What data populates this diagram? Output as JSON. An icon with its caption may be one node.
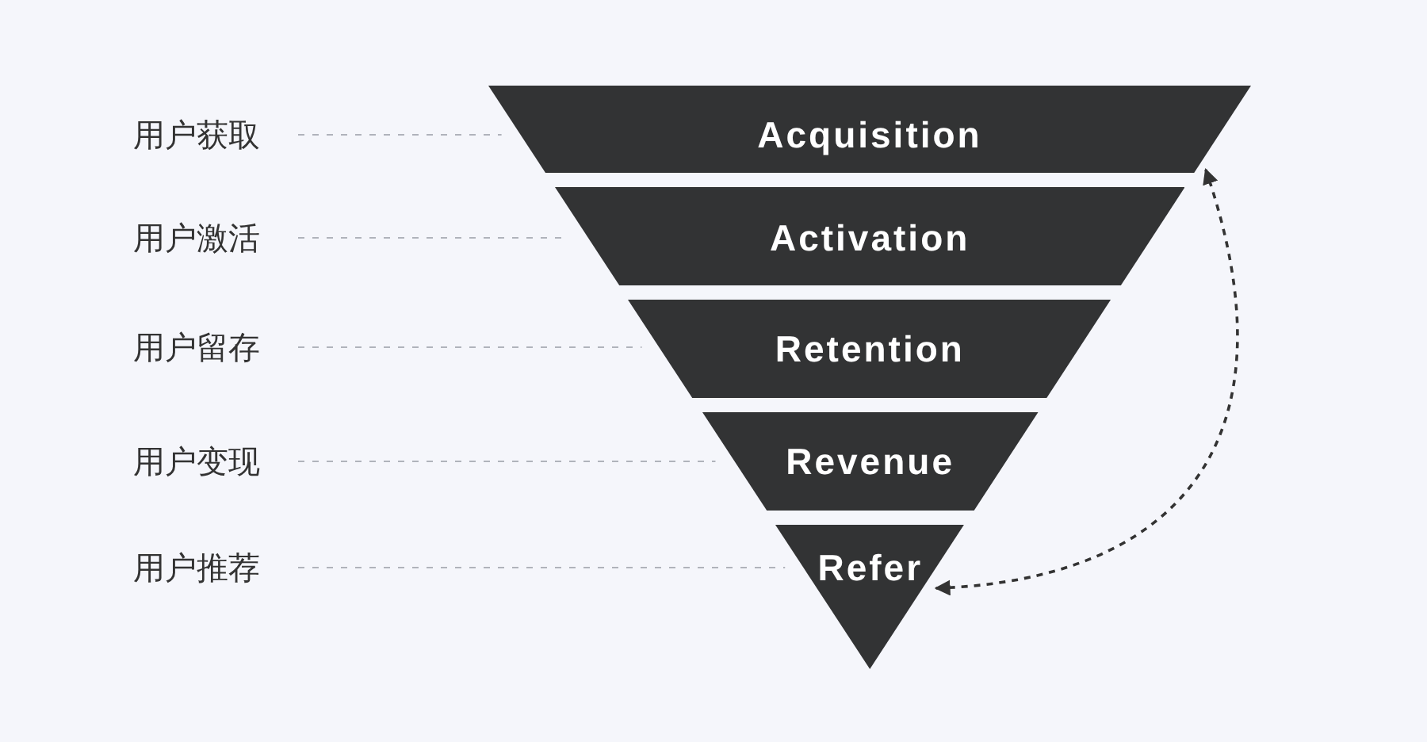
{
  "diagram": {
    "nodes": [
      {
        "text": [
          "用户获取"
        ]
      },
      {
        "text": [
          "用户激活"
        ]
      },
      {
        "text": [
          "用户留存"
        ]
      },
      {
        "text": [
          "用户变现"
        ]
      },
      {
        "text": [
          "用户推荐"
        ]
      },
      {
        "text": [
          "Acquisition"
        ]
      },
      {
        "text": [
          "Activation"
        ]
      },
      {
        "text": [
          "Retention"
        ]
      },
      {
        "text": [
          "Revenue"
        ]
      },
      {
        "text": [
          "Refer"
        ]
      }
    ],
    "edges": [
      {
        "from": 0,
        "to": 5,
        "arrow": "none",
        "style": "dashed",
        "color": "#b0b3bb"
      },
      {
        "from": 1,
        "to": 6,
        "arrow": "none",
        "style": "dashed",
        "color": "#b0b3bb"
      },
      {
        "from": 2,
        "to": 7,
        "arrow": "none",
        "style": "dashed",
        "color": "#b0b3bb"
      },
      {
        "from": 3,
        "to": 8,
        "arrow": "none",
        "style": "dashed",
        "color": "#b0b3bb"
      },
      {
        "from": 4,
        "to": 9,
        "arrow": "none",
        "style": "dashed",
        "color": "#b0b3bb"
      },
      {
        "from": 9,
        "to": 5,
        "arrow": "both",
        "style": "dashed",
        "color": "#333333"
      }
    ]
  }
}
